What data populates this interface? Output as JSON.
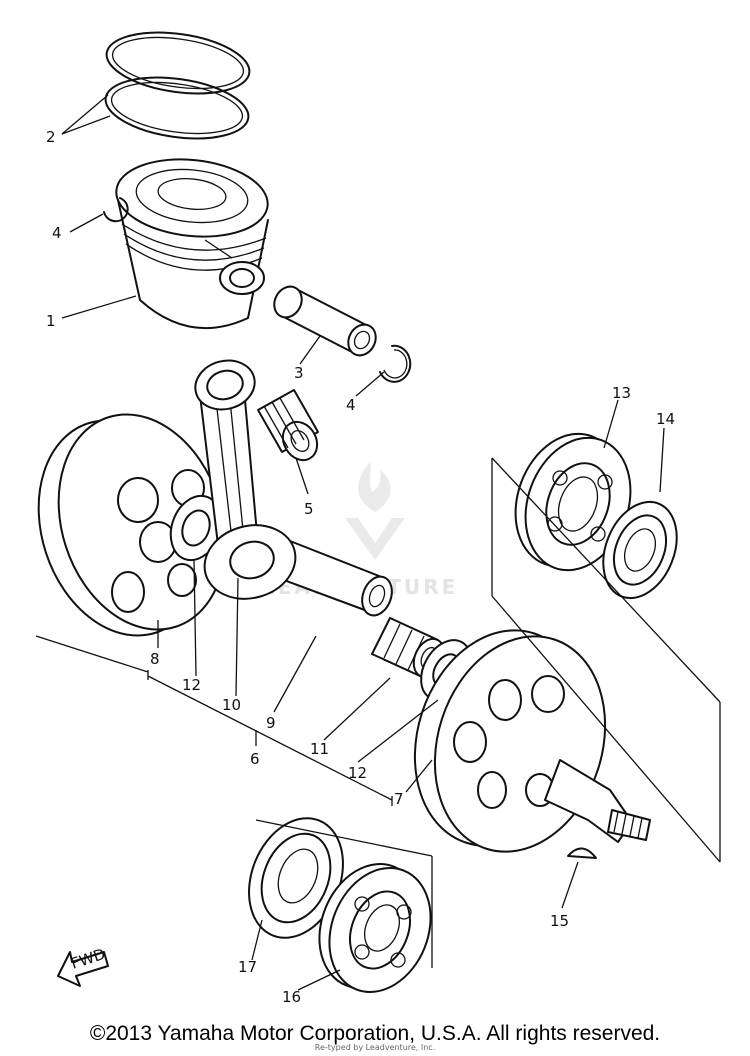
{
  "labels": {
    "l1": "1",
    "l2": "2",
    "l3": "3",
    "l4a": "4",
    "l4b": "4",
    "l5": "5",
    "l6": "6",
    "l7": "7",
    "l8": "8",
    "l9": "9",
    "l10": "10",
    "l11": "11",
    "l12a": "12",
    "l12b": "12",
    "l13": "13",
    "l14": "14",
    "l15": "15",
    "l16": "16",
    "l17": "17"
  },
  "fwd_label": "FWD",
  "watermark": "LEADVENTURE",
  "copyright": "©2013 Yamaha Motor Corporation, U.S.A. All rights reserved.",
  "small_credit": "Re-typed by Leadventure, Inc."
}
